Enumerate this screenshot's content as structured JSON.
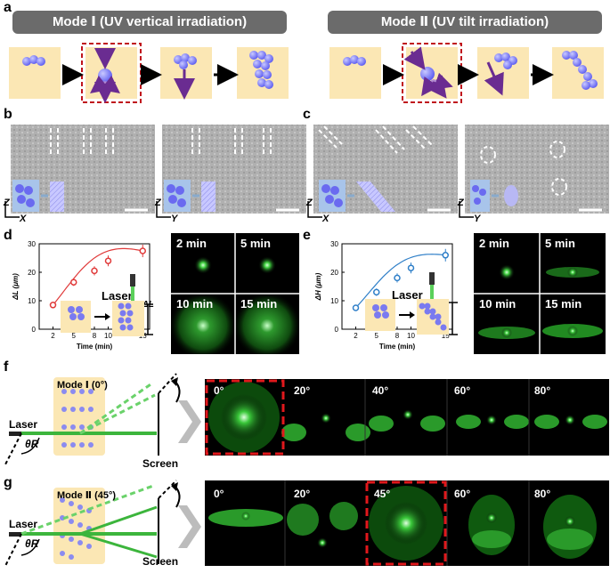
{
  "panels": {
    "a": "a",
    "b": "b",
    "c": "c",
    "d": "d",
    "e": "e",
    "f": "f",
    "g": "g"
  },
  "mode1_header": "Mode Ⅰ (UV vertical irradiation)",
  "mode2_header": "Mode Ⅱ (UV tilt irradiation)",
  "sem_axes": {
    "b1": [
      "Z",
      "X"
    ],
    "b2": [
      "Z",
      "Y"
    ],
    "c1": [
      "Z",
      "X"
    ],
    "c2": [
      "Z",
      "Y"
    ]
  },
  "chart_d": {
    "ylabel": "ΔL (μm)",
    "xlabel": "Time (min)",
    "laser": "Laser",
    "delta": "ΔL",
    "xticks": [
      "2",
      "5",
      "8",
      "10",
      "15"
    ],
    "yticks": [
      "0",
      "10",
      "20",
      "30"
    ]
  },
  "chart_e": {
    "ylabel": "ΔH (μm)",
    "xlabel": "Time (min)",
    "laser": "Laser",
    "delta": "ΔH",
    "xticks": [
      "2",
      "5",
      "8",
      "10",
      "15"
    ],
    "yticks": [
      "0",
      "10",
      "20",
      "30"
    ]
  },
  "time_labels": [
    "2 min",
    "5 min",
    "10 min",
    "15 min"
  ],
  "diagram_f": {
    "mode": "Mode Ⅰ (0°)",
    "laser": "Laser",
    "theta": "θR",
    "screen": "Screen"
  },
  "diagram_g": {
    "mode": "Mode Ⅱ (45°)",
    "laser": "Laser",
    "theta": "θR",
    "screen": "Screen"
  },
  "angles_f": [
    "0°",
    "20°",
    "40°",
    "60°",
    "80°"
  ],
  "angles_g": [
    "0°",
    "20°",
    "45°",
    "60°",
    "80°"
  ],
  "colors": {
    "red_curve": "#e03a3a",
    "blue_curve": "#2f7fc8",
    "cell": "#fbe7b4",
    "arrow": "#6a2c91"
  },
  "chart_data": [
    {
      "type": "line",
      "x": [
        2,
        5,
        8,
        10,
        15
      ],
      "series": [
        {
          "values": [
            8.5,
            16.5,
            20.5,
            24,
            27.5
          ]
        }
      ],
      "xlabel": "Time (min)",
      "ylabel": "ΔL (μm)",
      "ylim": [
        0,
        30
      ]
    },
    {
      "type": "line",
      "x": [
        2,
        5,
        8,
        10,
        15
      ],
      "series": [
        {
          "values": [
            7.5,
            13,
            18,
            21.5,
            26
          ]
        }
      ],
      "xlabel": "Time (min)",
      "ylabel": "ΔH (μm)",
      "ylim": [
        0,
        30
      ]
    }
  ]
}
